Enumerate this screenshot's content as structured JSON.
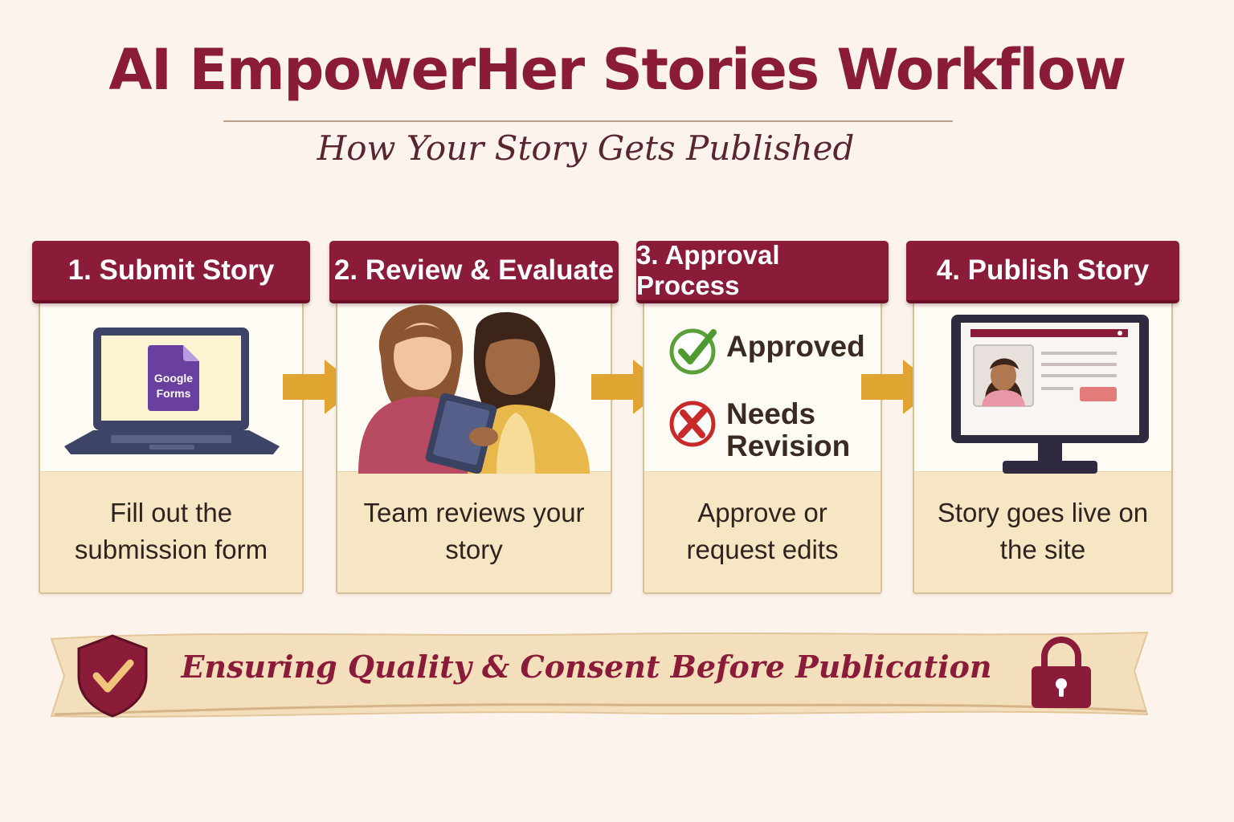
{
  "title": "AI EmpowerHer Stories Workflow",
  "subtitle": "How Your Story Gets Published",
  "steps": [
    {
      "heading": "1. Submit Story",
      "description": "Fill out the submission form",
      "form_label_1": "Google",
      "form_label_2": "Forms"
    },
    {
      "heading": "2. Review & Evaluate",
      "description": "Team reviews your story"
    },
    {
      "heading": "3. Approval Process",
      "description": "Approve or request edits",
      "status_approved": "Approved",
      "status_revision": "Needs Revision"
    },
    {
      "heading": "4. Publish Story",
      "description": "Story goes live on the site"
    }
  ],
  "banner_text": "Ensuring Quality & Consent Before Publication",
  "colors": {
    "accent": "#8a1c3a",
    "arrow": "#e0a530",
    "panel": "#f7e6c4",
    "background": "#fcf4ec"
  }
}
